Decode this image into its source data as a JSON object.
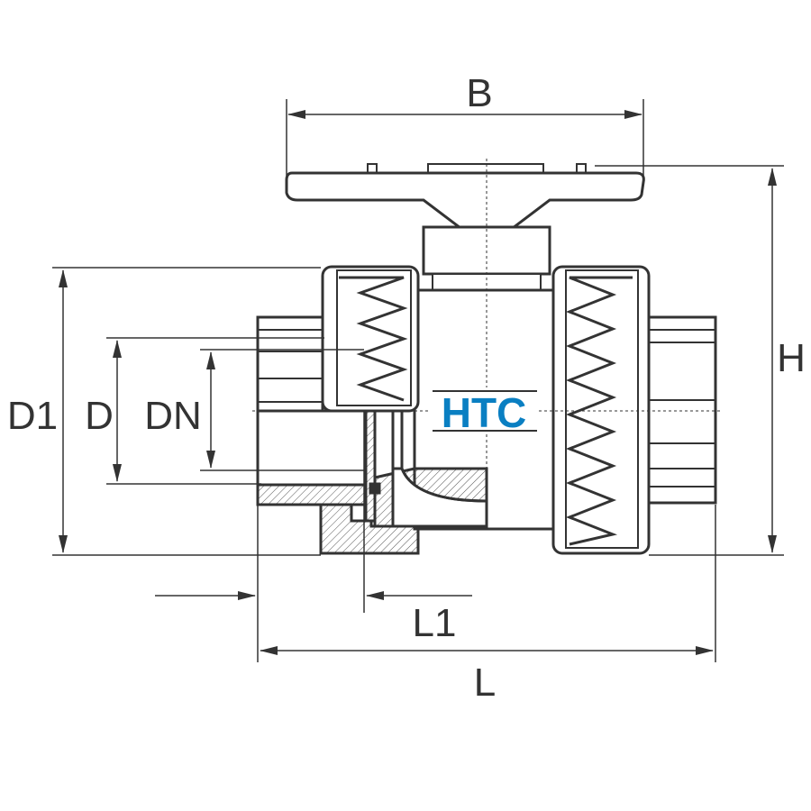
{
  "diagram": {
    "dimension_labels": {
      "B": "B",
      "H": "H",
      "D1": "D1",
      "D": "D",
      "DN": "DN",
      "L1": "L1",
      "L": "L"
    },
    "logo_text": "HTC",
    "colors": {
      "line": "#333333",
      "body_fill": "#ffffff",
      "logo": "#0a7fc2",
      "hatch": "#555555"
    }
  }
}
